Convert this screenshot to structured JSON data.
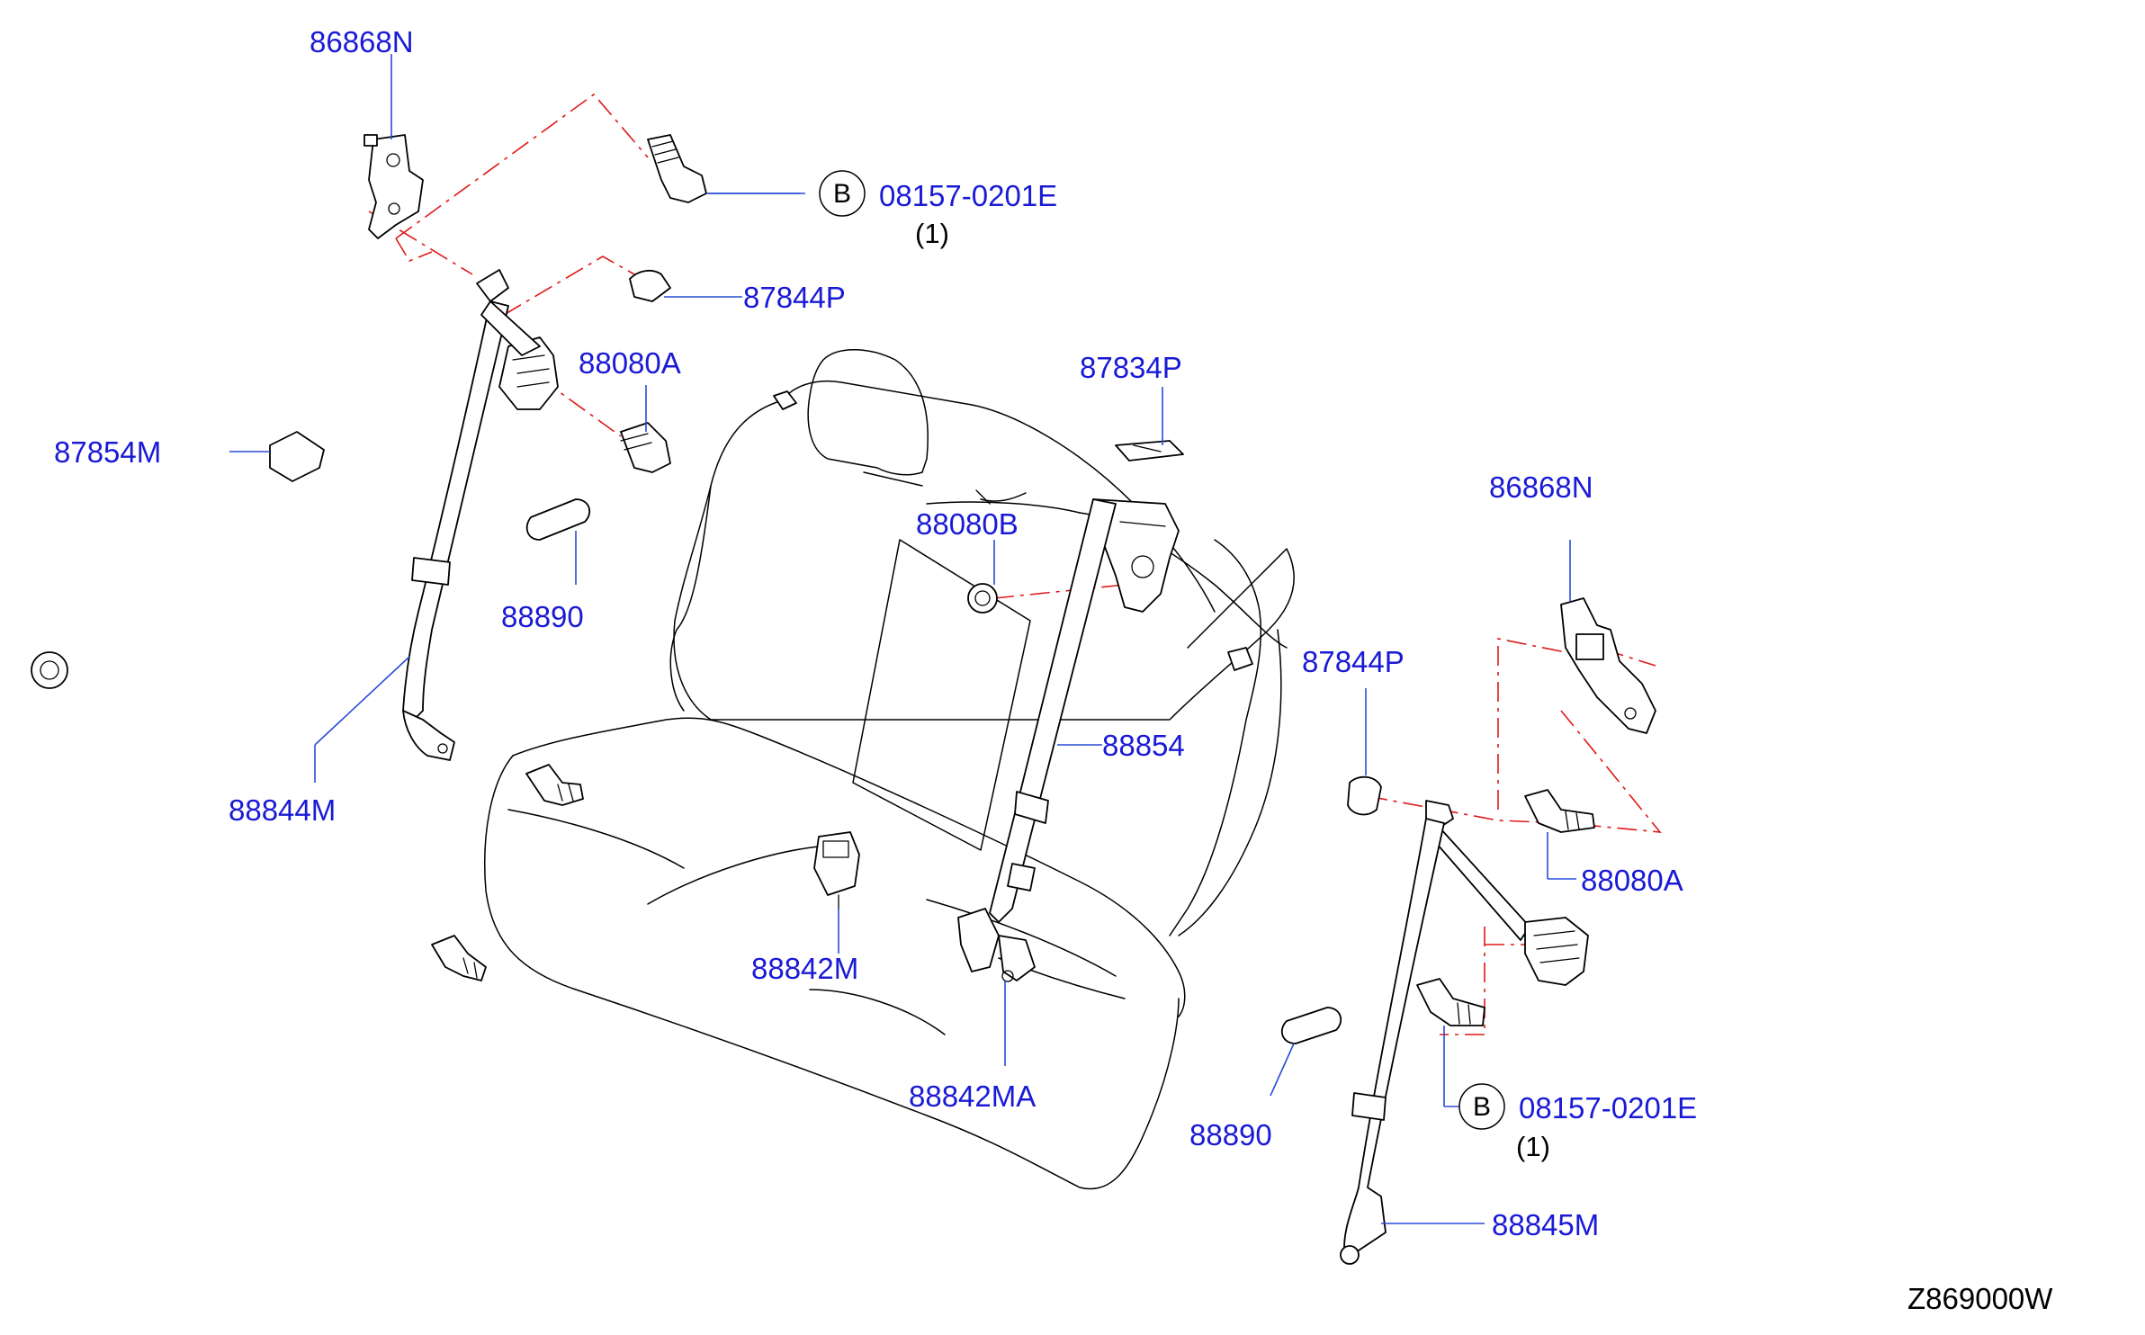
{
  "diagram": {
    "reference_code": "Z869000W",
    "bolt_callout_symbol": "B",
    "labels": {
      "anchor_plate_left": "86868N",
      "bolt_spec_left": "08157-0201E",
      "bolt_qty_left": "(1)",
      "cover_left": "87844P",
      "bolt_left": "88080A",
      "clip_left": "87854M",
      "escutcheon_left": "88890",
      "belt_left": "88844M",
      "cover_center": "87834P",
      "bolt_center": "88080B",
      "belt_center": "88854",
      "buckle_center": "88842M",
      "buckle_double": "88842MA",
      "anchor_plate_right": "86868N",
      "cover_right": "87844P",
      "bolt_right": "88080A",
      "bolt_spec_right": "08157-0201E",
      "bolt_qty_right": "(1)",
      "escutcheon_right": "88890",
      "belt_right": "88845M"
    }
  }
}
